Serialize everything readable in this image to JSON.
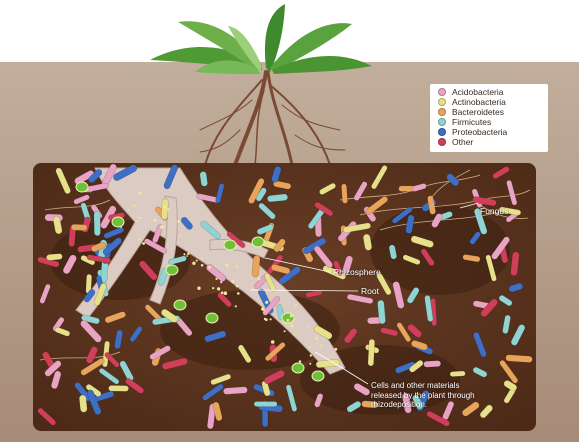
{
  "legend": {
    "items": [
      {
        "label": "Acidobacteria",
        "color": "#e9a3c5"
      },
      {
        "label": "Actinobacteria",
        "color": "#e7e08a"
      },
      {
        "label": "Bacteroidetes",
        "color": "#e8a45a"
      },
      {
        "label": "Firmicutes",
        "color": "#8fd4d2"
      },
      {
        "label": "Proteobacteria",
        "color": "#3f6fc4"
      },
      {
        "label": "Other",
        "color": "#cf3f5a"
      }
    ]
  },
  "labels": {
    "fungus": "Fungus",
    "rhizosphere": "Rhizosphere",
    "root": "Root",
    "rhizodeposition": "Cells and other materials released by the plant through rhizodeposition."
  },
  "colors": {
    "soil_top": "#b09a88",
    "soil_dark": "#5a3420",
    "root": "#dccbc3",
    "plant": "#3f8a2e",
    "cell_green": "#6fbf3a"
  }
}
